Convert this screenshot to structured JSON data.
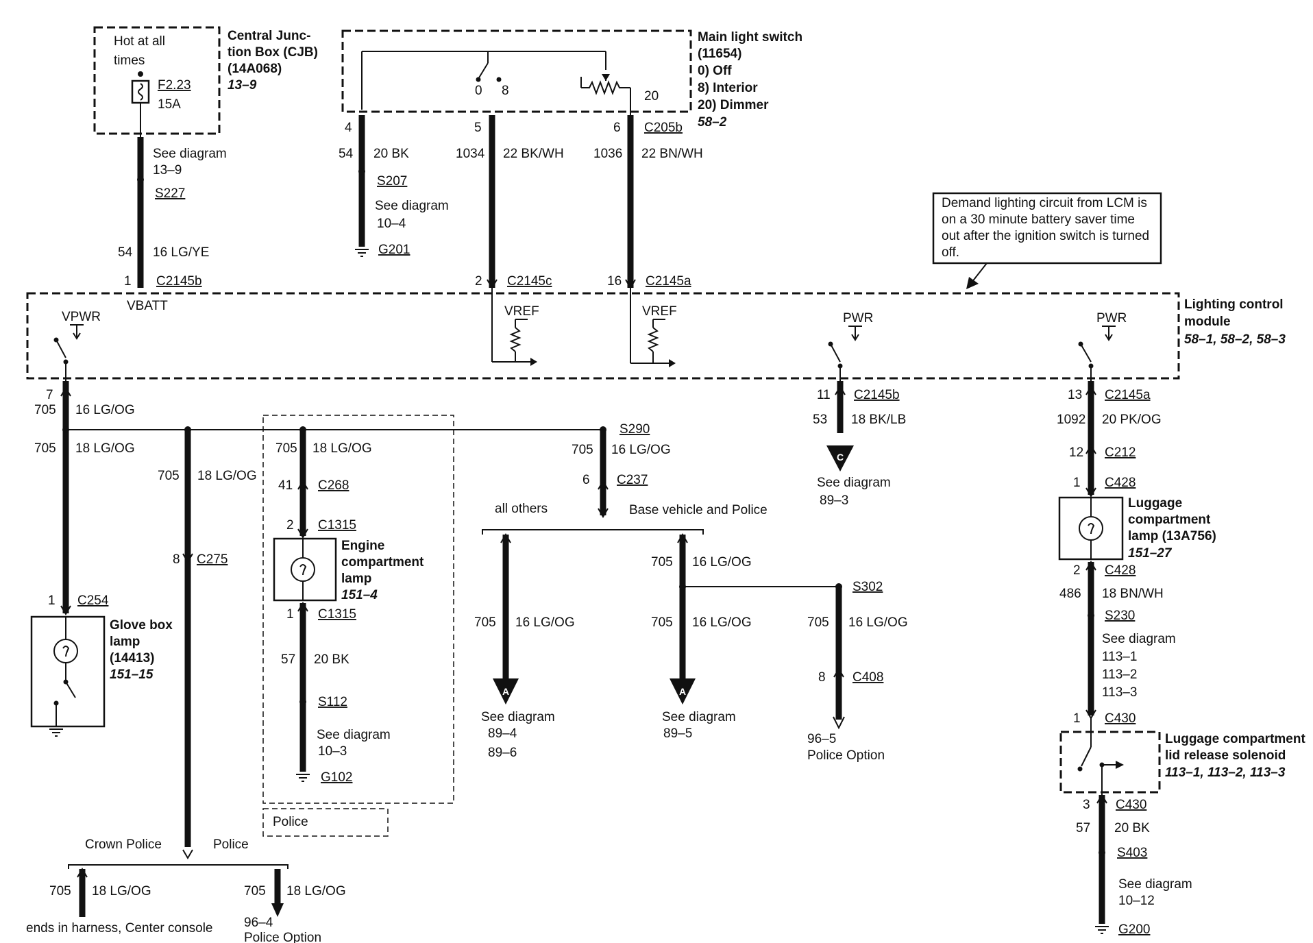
{
  "boxes": {
    "cjb_hot": [
      "Hot at all",
      "times"
    ],
    "cjb_title": [
      "Central Junc-",
      "tion Box (CJB)",
      "(14A068)"
    ],
    "cjb_ref": "13–9",
    "fuse_id": "F2.23",
    "fuse_amp": "15A",
    "mls_title": [
      "Main light switch",
      "(11654)",
      "0)   Off",
      "8)   Interior",
      "20)  Dimmer"
    ],
    "mls_ref": "58–2",
    "mls_pos": [
      "0",
      "8",
      "20"
    ],
    "lcm_title": [
      "Lighting control",
      "module"
    ],
    "lcm_ref": "58–1, 58–2, 58–3",
    "note": [
      "Demand lighting circuit from LCM is",
      "on a 30 minute battery saver time",
      "out after the ignition switch is turned",
      "off."
    ],
    "glove_title": [
      "Glove box",
      "lamp",
      "(14413)"
    ],
    "glove_ref": "151–15",
    "engine_title": [
      "Engine",
      "compartment",
      "lamp"
    ],
    "engine_ref": "151–4",
    "lug_lamp_title": [
      "Luggage",
      "compartment",
      "lamp (13A756)"
    ],
    "lug_lamp_ref": "151–27",
    "solenoid_title": [
      "Luggage compartment",
      "lid release solenoid"
    ],
    "solenoid_ref": "113–1, 113–2, 113–3",
    "police_box": "Police"
  },
  "lcm_labels": {
    "vbatt": "VBATT",
    "vpwr": "VPWR",
    "vref1": "VREF",
    "vref2": "VREF",
    "pwr1": "PWR",
    "pwr2": "PWR"
  },
  "labels": {
    "pin_4": "4",
    "c54a": "54",
    "w_20bk_a": "20 BK",
    "s207": "S207",
    "see_10_4": "See diagram",
    "ref_10_4": "10–4",
    "g201": "G201",
    "pin_5": "5",
    "c1034": "1034",
    "w_22bkwh": "22 BK/WH",
    "pin_6": "6",
    "c205b": "C205b",
    "c1036": "1036",
    "w_22bnwh": "22 BN/WH",
    "see_13_9": "See diagram",
    "ref_13_9": "13–9",
    "s227": "S227",
    "c54b": "54",
    "w_16lgye": "16 LG/YE",
    "pin_1": "1",
    "c2145b_1": "C2145b",
    "pin_2": "2",
    "c2145c": "C2145c",
    "pin_16": "16",
    "c2145a_1": "C2145a",
    "pin_7": "7",
    "c705_1": "705",
    "w_16lgog_1": "16 LG/OG",
    "c705_2": "705",
    "w_18lgog_1": "18 LG/OG",
    "pin_1_c254": "1",
    "c254": "C254",
    "c705_3": "705",
    "w_18lgog_2": "18 LG/OG",
    "pin_8": "8",
    "c275": "C275",
    "crown_police": "Crown Police",
    "police": "Police",
    "c705_4": "705",
    "w_18lgog_3": "18 LG/OG",
    "ends_harness": "ends in harness, Center console",
    "c705_5": "705",
    "w_18lgog_4": "18 LG/OG",
    "ref_96_4": "96–4",
    "police_option_1": "Police Option",
    "c705_6": "705",
    "w_18lgog_5": "18 LG/OG",
    "pin_41": "41",
    "c268": "C268",
    "pin_2b": "2",
    "c1315_a": "C1315",
    "pin_1b": "1",
    "c1315_b": "C1315",
    "c57a": "57",
    "w_20bk_b": "20 BK",
    "s112": "S112",
    "see_10_3": "See diagram",
    "ref_10_3": "10–3",
    "g102": "G102",
    "s290": "S290",
    "c705_7": "705",
    "w_16lgog_2": "16 LG/OG",
    "pin_6b": "6",
    "c237": "C237",
    "all_others": "all others",
    "base_police": "Base vehicle and Police",
    "c705_8": "705",
    "w_16lgog_3": "16 LG/OG",
    "see_89_4": "See diagram",
    "ref_89_4": "89–4",
    "ref_89_6": "89–6",
    "c705_9": "705",
    "w_16lgog_4": "16 LG/OG",
    "c705_10": "705",
    "w_16lgog_5": "16 LG/OG",
    "see_89_5": "See diagram",
    "ref_89_5": "89–5",
    "s302": "S302",
    "c705_11": "705",
    "w_16lgog_6": "16 LG/OG",
    "pin_8b": "8",
    "c408": "C408",
    "ref_96_5": "96–5",
    "police_option_2": "Police Option",
    "pin_11": "11",
    "c2145b_2": "C2145b",
    "c53": "53",
    "w_18bklb": "18 BK/LB",
    "see_89_3": "See diagram",
    "ref_89_3": "89–3",
    "pin_13": "13",
    "c2145a_2": "C2145a",
    "c1092": "1092",
    "w_20pkog": "20 PK/OG",
    "pin_12": "12",
    "c212": "C212",
    "pin_1c": "1",
    "c428_a": "C428",
    "pin_2c": "2",
    "c428_b": "C428",
    "c486": "486",
    "w_18bnwh": "18 BN/WH",
    "s230": "S230",
    "see_113": "See diagram",
    "ref_113_1": "113–1",
    "ref_113_2": "113–2",
    "ref_113_3": "113–3",
    "pin_1d": "1",
    "c430_a": "C430",
    "pin_3": "3",
    "c430_b": "C430",
    "c57b": "57",
    "w_20bk_c": "20 BK",
    "s403": "S403",
    "see_10_12": "See diagram",
    "ref_10_12": "10–12",
    "g200": "G200"
  },
  "markers": {
    "a1": "A",
    "a2": "A",
    "c": "C"
  }
}
